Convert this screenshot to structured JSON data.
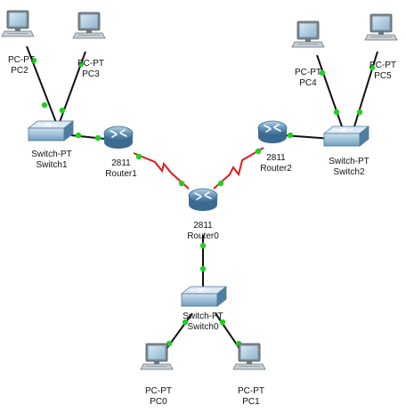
{
  "colors": {
    "ethernet_link": "#111111",
    "serial_link": "#e31b1b",
    "port_up": "#1fd11f",
    "router_body": "#5d8db3",
    "switch_body": "#6f9ebf",
    "pc_screen": "#a9c9de"
  },
  "icons": {
    "pc": "pc-icon",
    "switch": "switch-icon",
    "router": "router-icon"
  },
  "devices": {
    "pc2": {
      "type": "PC-PT",
      "name": "PC2"
    },
    "pc3": {
      "type": "PC-PT",
      "name": "PC3"
    },
    "switch1": {
      "type": "Switch-PT",
      "name": "Switch1"
    },
    "router1": {
      "type": "2811",
      "name": "Router1"
    },
    "router0": {
      "type": "2811",
      "name": "Router0"
    },
    "router2": {
      "type": "2811",
      "name": "Router2"
    },
    "switch2": {
      "type": "Switch-PT",
      "name": "Switch2"
    },
    "pc4": {
      "type": "PC-PT",
      "name": "PC4"
    },
    "pc5": {
      "type": "PC-PT",
      "name": "PC5"
    },
    "switch0": {
      "type": "Switch-PT",
      "name": "Switch0"
    },
    "pc0": {
      "type": "PC-PT",
      "name": "PC0"
    },
    "pc1": {
      "type": "PC-PT",
      "name": "PC1"
    }
  }
}
